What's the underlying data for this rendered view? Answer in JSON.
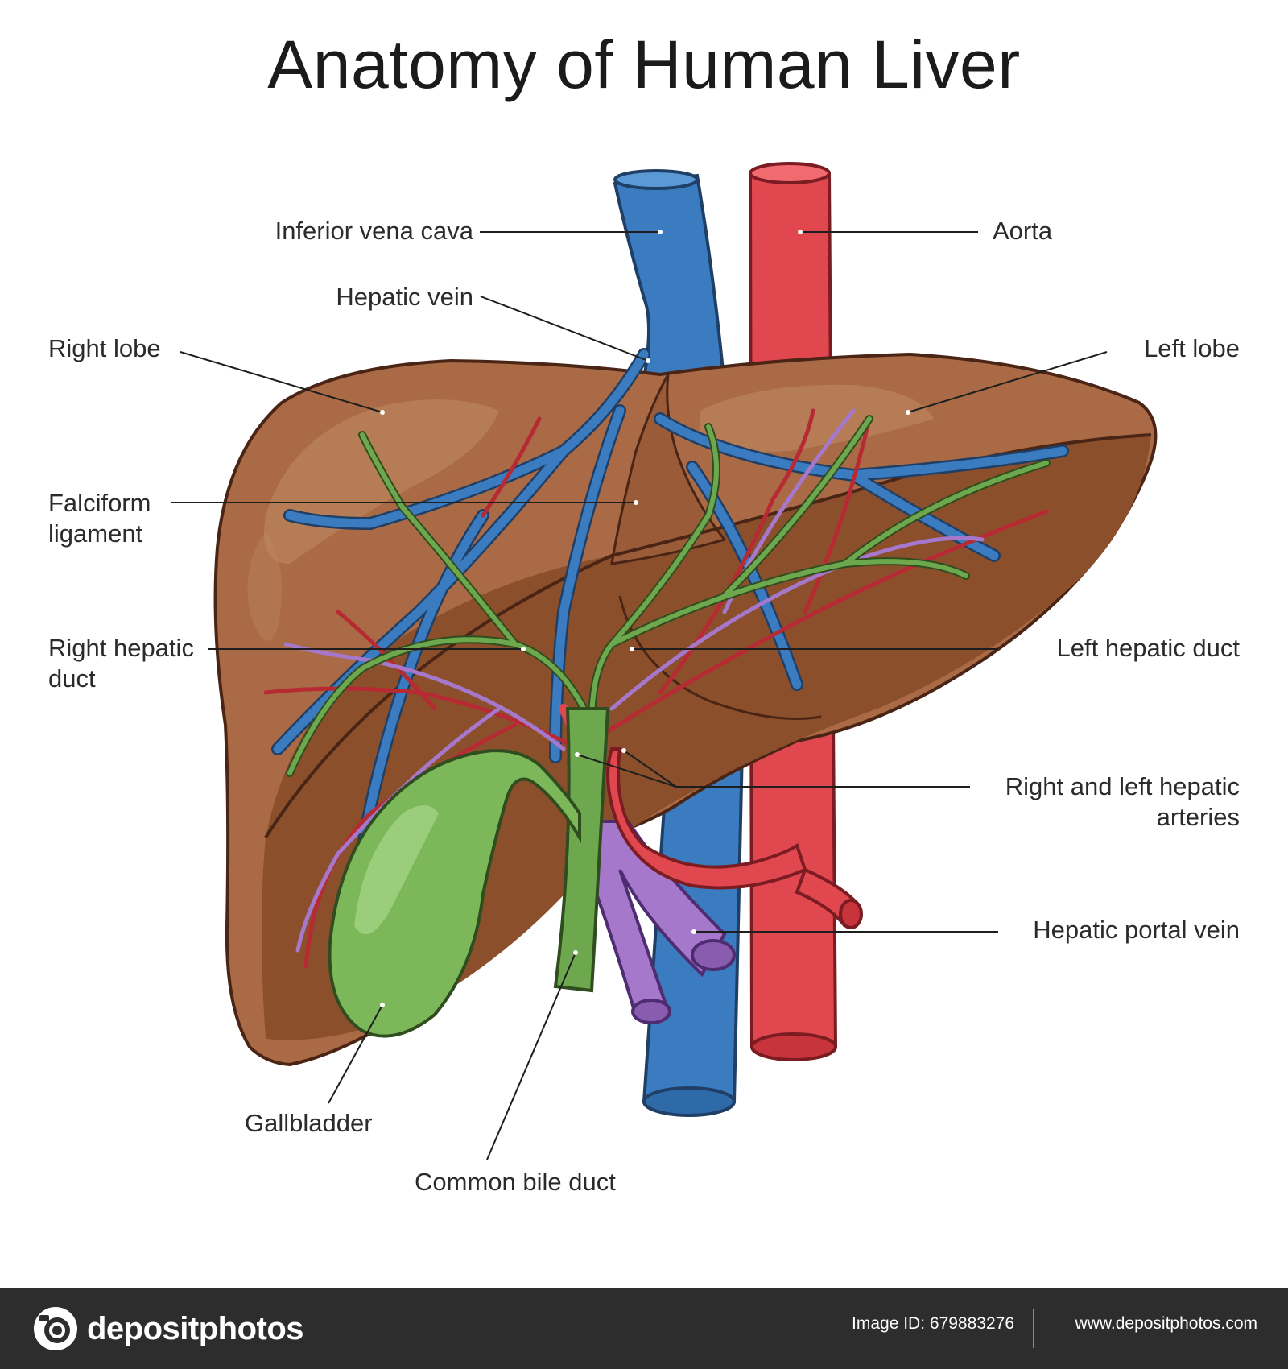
{
  "title": "Anatomy of Human Liver",
  "labels": {
    "ivc": "Inferior vena cava",
    "aorta": "Aorta",
    "hepatic_vein": "Hepatic vein",
    "right_lobe": "Right lobe",
    "left_lobe": "Left lobe",
    "falciform_1": "Falciform",
    "falciform_2": "ligament",
    "right_hepatic_duct_1": "Right hepatic",
    "right_hepatic_duct_2": "duct",
    "left_hepatic_duct": "Left hepatic duct",
    "arteries_1": "Right and left hepatic",
    "arteries_2": "arteries",
    "portal_vein": "Hepatic portal vein",
    "gallbladder": "Gallbladder",
    "common_bile_duct": "Common bile duct"
  },
  "footer": {
    "brand": "depositphotos",
    "image_id": "Image ID: 679883276",
    "url": "www.depositphotos.com"
  },
  "colors": {
    "liver": "#a96a45",
    "liver_dark": "#8b4f2b",
    "liver_light": "#c18a62",
    "vein_blue": "#3b7cc0",
    "artery_red": "#e0474f",
    "duct_green": "#6ea84e",
    "portal_purple": "#a678cc",
    "outline": "#4a2414"
  }
}
